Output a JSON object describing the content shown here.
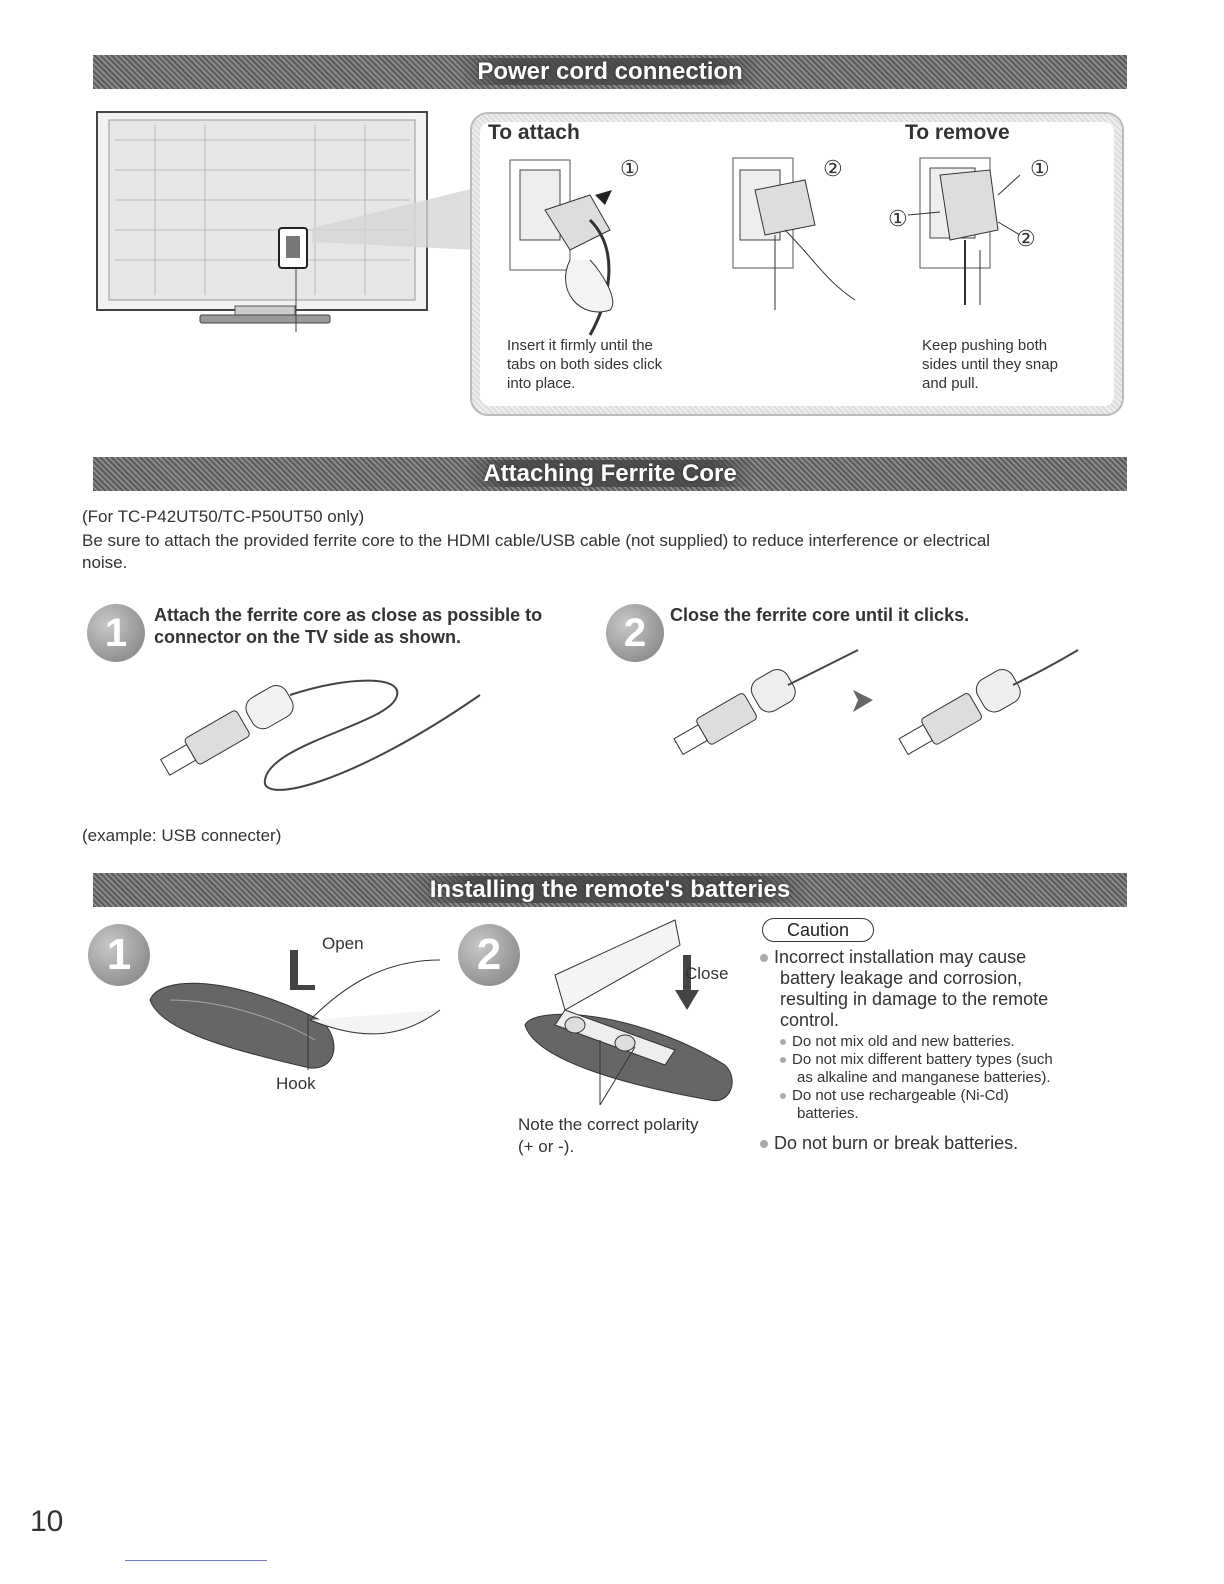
{
  "power_cord": {
    "banner": "Power cord connection",
    "attach_title": "To attach",
    "remove_title": "To remove",
    "attach_note": [
      "Insert it firmly until the",
      "tabs on both sides click",
      "into place."
    ],
    "remove_note": [
      "Keep pushing both",
      "sides until they snap",
      "and pull."
    ],
    "markers": {
      "one": "①",
      "two": "②"
    }
  },
  "ferrite": {
    "banner": "Attaching Ferrite Core",
    "model_note": "(For TC-P42UT50/TC-P50UT50 only)",
    "description": [
      "Be sure to attach the provided ferrite core to the HDMI cable/USB cable (not supplied) to reduce interference or electrical",
      "noise."
    ],
    "step1_number": "1",
    "step1_text": [
      "Attach the ferrite core as close as possible to",
      "connector on the TV side as shown."
    ],
    "step2_number": "2",
    "step2_text": "Close the ferrite core until it clicks.",
    "example_note": "(example: USB connecter)"
  },
  "batteries": {
    "banner": "Installing the remote's batteries",
    "step1_number": "1",
    "step2_number": "2",
    "open_label": "Open",
    "hook_label": "Hook",
    "close_label": "Close",
    "polarity_note": [
      "Note the correct polarity",
      "(+ or -)."
    ],
    "caution_title": "Caution",
    "caution_main": [
      "Incorrect installation may cause",
      "battery leakage and corrosion,",
      "resulting in damage to the remote",
      "control."
    ],
    "caution_sub": [
      [
        "Do not mix old and new batteries."
      ],
      [
        "Do not mix different battery types (such",
        "as alkaline and manganese batteries)."
      ],
      [
        "Do not use rechargeable (Ni-Cd)",
        "batteries."
      ]
    ],
    "caution_last": "Do not burn or break batteries."
  },
  "page_number": "10"
}
